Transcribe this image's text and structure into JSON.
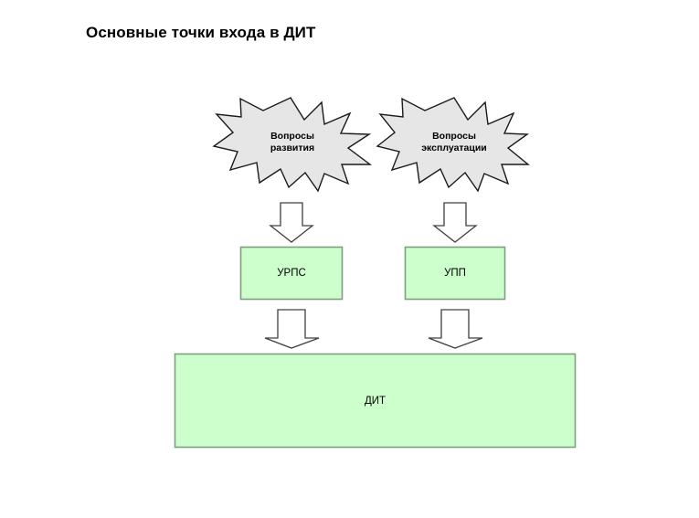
{
  "slide": {
    "title": "Основные точки входа в ДИТ",
    "background_color": "#FFFFFF"
  },
  "palette": {
    "burst_fill": "#E6E6E6",
    "burst_stroke": "#000000",
    "box_fill": "#CCFFCC",
    "box_stroke": "#7F9E7F",
    "arrow_fill": "#FFFFFF",
    "arrow_stroke": "#404040",
    "text_color": "#000000"
  },
  "diagram": {
    "type": "flow",
    "bursts": [
      {
        "id": "burst-development",
        "line1": "Вопросы",
        "line2": "развития"
      },
      {
        "id": "burst-operation",
        "line1": "Вопросы",
        "line2": "эксплуатации"
      }
    ],
    "boxes": [
      {
        "id": "box-urps",
        "label": "УРПС"
      },
      {
        "id": "box-upp",
        "label": "УПП"
      }
    ],
    "target_box": {
      "id": "box-dit",
      "label": "ДИТ"
    },
    "arrows": [
      {
        "id": "arrow-dev-to-urps",
        "from": "burst-development",
        "to": "box-urps",
        "direction": "down"
      },
      {
        "id": "arrow-ops-to-upp",
        "from": "burst-operation",
        "to": "box-upp",
        "direction": "down"
      },
      {
        "id": "arrow-urps-to-dit",
        "from": "box-urps",
        "to": "box-dit",
        "direction": "down"
      },
      {
        "id": "arrow-upp-to-dit",
        "from": "box-upp",
        "to": "box-dit",
        "direction": "down"
      }
    ]
  }
}
